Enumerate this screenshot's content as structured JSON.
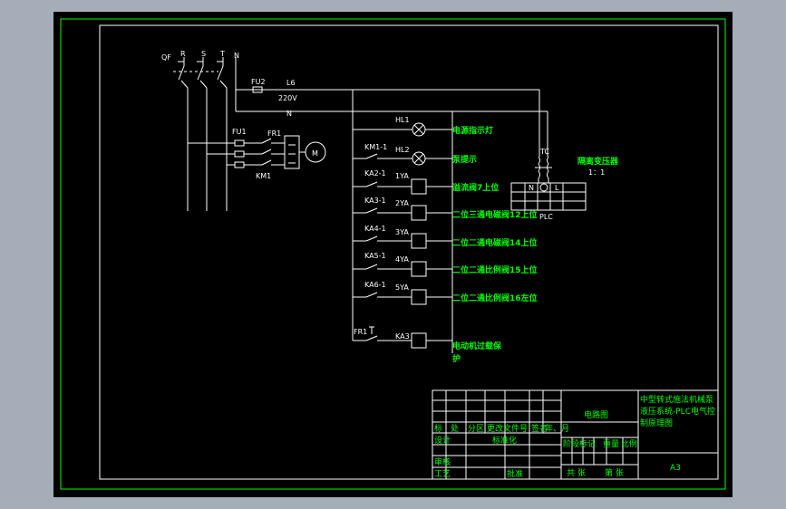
{
  "colors": {
    "background": "#000000",
    "drawing": "#ffffff",
    "frame": "#00ff00",
    "window_bg": "#a5adb8"
  },
  "terminals": {
    "qf": "QF",
    "r": "R",
    "s": "S",
    "t": "T",
    "n": "N"
  },
  "power": {
    "fu2": "FU2",
    "l6": "L6",
    "voltage": "220V",
    "n_line": "N"
  },
  "motor_section": {
    "fu1": "FU1",
    "fr1": "FR1",
    "km1": "KM1",
    "motor": "M"
  },
  "relays": {
    "hl1": "HL1",
    "km1_1": "KM1-1",
    "hl2": "HL2",
    "ka2_1": "KA2-1",
    "ya1": "1YA",
    "ka3_1": "KA3-1",
    "ya2": "2YA",
    "ka4_1": "KA4-1",
    "ya3": "3YA",
    "ka5_1": "KA5-1",
    "ya4": "4YA",
    "ka6_1": "KA6-1",
    "ya5": "5YA",
    "fr1": "FR1",
    "ka3": "KA3"
  },
  "descriptions": {
    "power_indicator": "电源指示灯",
    "pump_indicator": "泵提示",
    "relief_valve": "溢流阀7上位",
    "valve12": "二位三通电磁阀12上位",
    "valve14": "二位二通电磁阀14上位",
    "valve15": "二位二通比例阀15上位",
    "valve16": "二位二通比例阀16左位",
    "overload_line1": "电动机过载保",
    "overload_line2": "护"
  },
  "transformer": {
    "tc": "TC",
    "label": "隔离变压器",
    "ratio": "1：1",
    "plc": "PLC",
    "n": "N",
    "l": "L"
  },
  "title_block": {
    "drawing_name": "电路图",
    "project_line1": "中型转式施法机械泵",
    "project_line2": "液压系统-PLC电气控",
    "project_line3": "制原理图",
    "size": "A3",
    "mark": "标",
    "count": "处",
    "zone": "分区",
    "change_doc": "更改文件号",
    "signature": "签名",
    "date": "年、月",
    "design": "设计",
    "standardize": "标准化",
    "stage_mark": "阶段标记",
    "weight": "重量",
    "scale": "比例",
    "review": "审核",
    "process": "工艺",
    "approve": "批准",
    "sheets_total": "共  张",
    "sheet_no": "第  张"
  }
}
